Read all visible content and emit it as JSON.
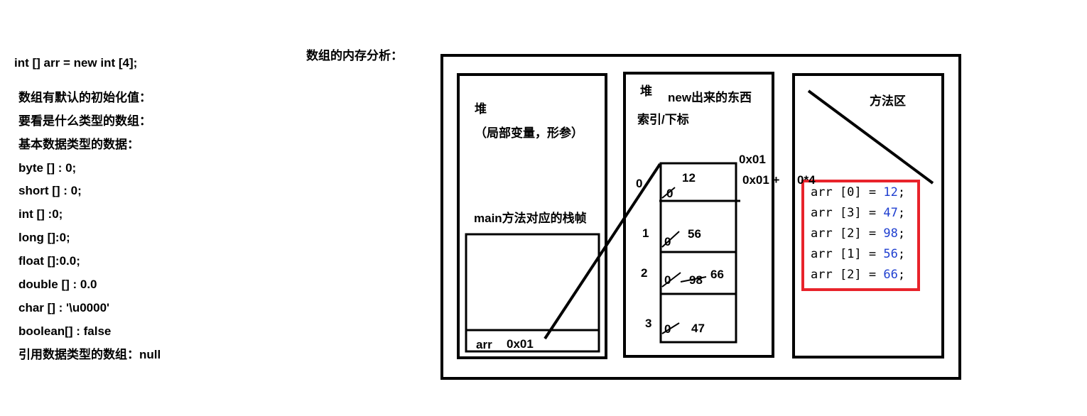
{
  "code_line": "int [] arr = new int [4];",
  "title": "数组的内存分析：",
  "defaults": [
    "数组有默认的初始化值：",
    "要看是什么类型的数组：",
    "基本数据类型的数据：",
    "byte [] : 0;",
    "short [] : 0;",
    "int [] :0;",
    "long []:0;",
    "float []:0.0;",
    "double [] : 0.0",
    "char [] :  '\\u0000'",
    "boolean[] : false",
    "引用数据类型的数组：null"
  ],
  "stack": {
    "label": "堆",
    "note": "（局部变量，形参）",
    "frame_label": "main方法对应的栈帧",
    "var_name": "arr",
    "var_value": "0x01"
  },
  "heap": {
    "label": "堆",
    "desc": "new出来的东西",
    "index_label": "索引/下标",
    "address": "0x01",
    "formula_a": "0x01 +",
    "formula_b": "0*4",
    "indices": [
      "0",
      "1",
      "2",
      "3"
    ],
    "cells": [
      {
        "crossed": "0",
        "old": "",
        "value": "12"
      },
      {
        "crossed": "0",
        "old": "",
        "value": "56"
      },
      {
        "crossed": "0",
        "old": "98",
        "value": "66"
      },
      {
        "crossed": "0",
        "old": "",
        "value": "47"
      }
    ]
  },
  "method_area": {
    "label": "方法区",
    "statements": [
      {
        "code": "arr [0] = ",
        "num": "12",
        "end": ";"
      },
      {
        "code": "arr [3] = ",
        "num": "47",
        "end": ";"
      },
      {
        "code": "arr [2] = ",
        "num": "98",
        "end": ";"
      },
      {
        "code": "arr [1] = ",
        "num": "56",
        "end": ";"
      },
      {
        "code": "arr [2] = ",
        "num": "66",
        "end": ";"
      }
    ]
  },
  "colors": {
    "highlight": "#e8232b",
    "number": "#1f3fd0"
  }
}
